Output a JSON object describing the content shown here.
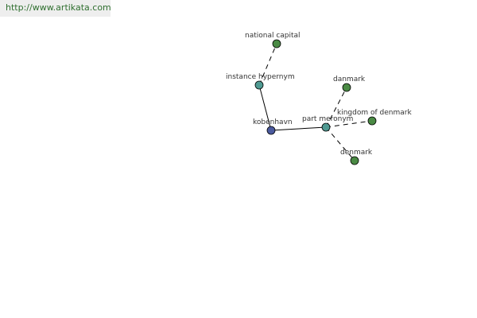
{
  "header": {
    "url": "http://www.artikata.com"
  },
  "graph": {
    "colors": {
      "root": "#4b5a9e",
      "relation": "#4f9a92",
      "leaf": "#4a8a44",
      "edge": "#000000"
    },
    "nodes": [
      {
        "id": "kobenhavn",
        "label": "kobenhavn",
        "kind": "root"
      },
      {
        "id": "instance-hypernym",
        "label": "instance hypernym",
        "kind": "relation"
      },
      {
        "id": "national-capital",
        "label": "national capital",
        "kind": "leaf"
      },
      {
        "id": "part-meronym",
        "label": "part meronym",
        "kind": "relation"
      },
      {
        "id": "danmark",
        "label": "danmark",
        "kind": "leaf"
      },
      {
        "id": "kingdom-of-denmark",
        "label": "kingdom of denmark",
        "kind": "leaf"
      },
      {
        "id": "denmark",
        "label": "denmark",
        "kind": "leaf"
      }
    ],
    "edges": [
      {
        "from": "kobenhavn",
        "to": "instance-hypernym",
        "style": "solid"
      },
      {
        "from": "kobenhavn",
        "to": "part-meronym",
        "style": "solid"
      },
      {
        "from": "instance-hypernym",
        "to": "national-capital",
        "style": "dashed"
      },
      {
        "from": "part-meronym",
        "to": "danmark",
        "style": "dashed"
      },
      {
        "from": "part-meronym",
        "to": "kingdom-of-denmark",
        "style": "dashed"
      },
      {
        "from": "part-meronym",
        "to": "denmark",
        "style": "dashed"
      }
    ]
  }
}
